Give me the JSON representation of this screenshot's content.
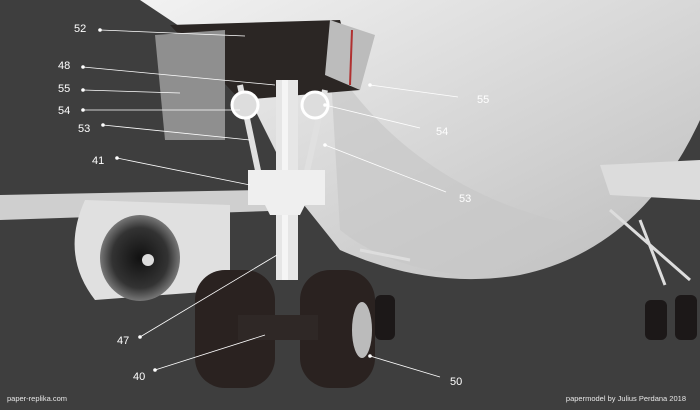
{
  "callouts": {
    "left": [
      "52",
      "48",
      "55",
      "54",
      "53",
      "41",
      "47",
      "40"
    ],
    "right": [
      "55",
      "54",
      "53",
      "50"
    ]
  },
  "footer": {
    "site": "paper-replika.com",
    "credit": "papermodel by Julius Perdana 2018"
  },
  "colors": {
    "background": "#3e3e3e",
    "fuselage": "#d9d9d9",
    "tire": "#2a2220",
    "label": "#ffffff"
  }
}
